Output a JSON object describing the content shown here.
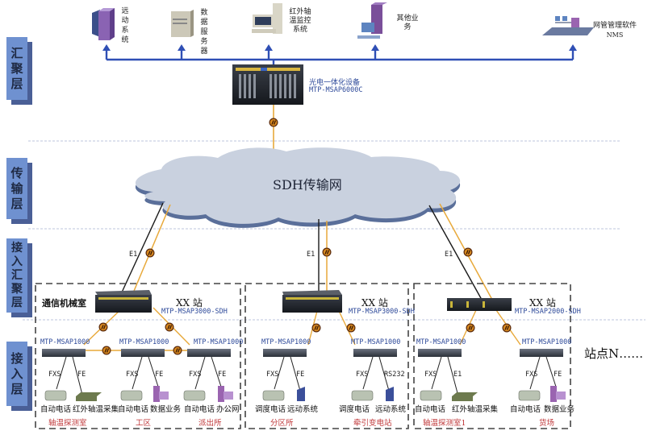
{
  "layers": [
    {
      "label": "汇聚层",
      "chars": [
        "汇",
        "聚",
        "层"
      ]
    },
    {
      "label": "传输层",
      "chars": [
        "传",
        "输",
        "层"
      ]
    },
    {
      "label": "接入汇聚层",
      "chars": [
        "接",
        "入",
        "汇",
        "聚",
        "层"
      ]
    },
    {
      "label": "接入层",
      "chars": [
        "接",
        "入",
        "层"
      ]
    }
  ],
  "top_services": [
    {
      "name": "远动系统",
      "icon": "server-tower-icon"
    },
    {
      "name": "数据服务器",
      "icon": "data-server-icon"
    },
    {
      "name": "红外轴温监控系统",
      "lines": [
        "红外轴",
        "温监控",
        "系统"
      ],
      "icon": "monitoring-pc-icon"
    },
    {
      "name": "其他业务",
      "lines": [
        "其他业",
        "务"
      ],
      "icon": "workstation-icon"
    },
    {
      "name": "网管管理软件",
      "sub": "NMS",
      "icon": "network-management-icon"
    }
  ],
  "core_device": {
    "name": "光电一体化设备",
    "model": "MTP-MSAP6000C"
  },
  "cloud": {
    "label": "SDH传输网"
  },
  "link_labels": {
    "e1": "E1"
  },
  "stations": [
    {
      "title": "XX 站",
      "room": "通信机械室",
      "model": "MTP-MSAP3000-SDH",
      "access_nodes": [
        {
          "model": "MTP-MSAP1000",
          "ports": [
            "FXS",
            "FE"
          ],
          "devices": [
            "自动电话",
            "红外轴温采集"
          ],
          "site": "轴温探测室"
        },
        {
          "model": "MTP-MSAP1000",
          "ports": [
            "FXS",
            "FE"
          ],
          "devices": [
            "自动电话",
            "数据业务"
          ],
          "site": "工区"
        },
        {
          "model": "MTP-MSAP1000",
          "ports": [
            "FXS",
            "FE"
          ],
          "devices": [
            "自动电话",
            "办公网"
          ],
          "site": "派出所"
        }
      ]
    },
    {
      "title": "XX 站",
      "model": "MTP-MSAP3000-SDH",
      "access_nodes": [
        {
          "model": "MTP-MSAP1000",
          "ports": [
            "FXS",
            "FE"
          ],
          "devices": [
            "调度电话",
            "远动系统"
          ],
          "site": "分区所"
        },
        {
          "model": "MTP-MSAP1000",
          "ports": [
            "FXS",
            "RS232"
          ],
          "devices": [
            "调度电话",
            "远动系统"
          ],
          "site": "牵引变电站"
        }
      ]
    },
    {
      "title": "XX 站",
      "model": "MTP-MSAP2000-SDH",
      "access_nodes": [
        {
          "model": "MTP-MSAP1000",
          "ports": [
            "FXS",
            "E1"
          ],
          "devices": [
            "自动电话",
            "红外轴温采集"
          ],
          "site": "轴温探测室1"
        },
        {
          "model": "MTP-MSAP1000",
          "ports": [
            "FXS",
            "FE"
          ],
          "devices": [
            "自动电话",
            "数据业务"
          ],
          "site": "货场"
        }
      ]
    }
  ],
  "more_sites": "站点N……",
  "colors": {
    "layer_tag": "#6f91d0",
    "bus": "#2f4fb5",
    "fiber": "#e8a93a",
    "copper": "#1a1a1a",
    "cloud": "#c9d1df",
    "cloud_shadow": "#5a6f9a",
    "site_text": "#c0393b",
    "model_text": "#2e4a9a"
  }
}
